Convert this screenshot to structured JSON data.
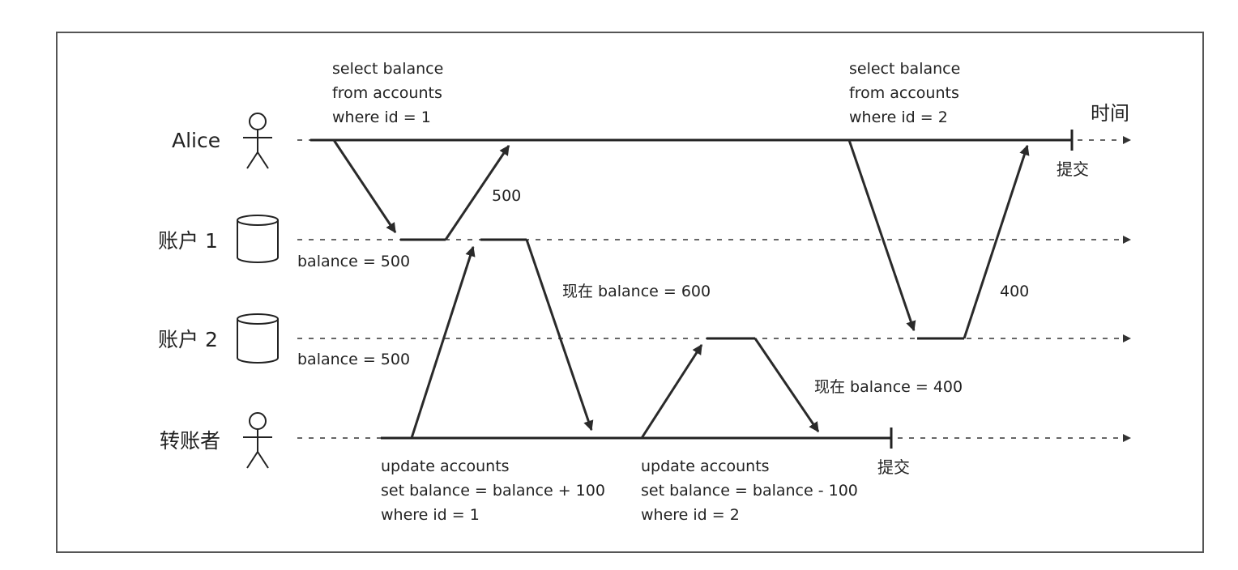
{
  "lanes": {
    "alice": {
      "label": "Alice"
    },
    "account1": {
      "label": "账户 1",
      "initial_value": "balance = 500"
    },
    "account2": {
      "label": "账户 2",
      "initial_value": "balance = 500"
    },
    "transferer": {
      "label": "转账者"
    }
  },
  "time_label": "时间",
  "commit_label": "提交",
  "queries": {
    "alice_query1": [
      "select balance",
      "from accounts",
      "where id = 1"
    ],
    "alice_query2": [
      "select balance",
      "from accounts",
      "where id = 2"
    ],
    "transfer_update1": [
      "update accounts",
      "set balance = balance + 100",
      "where id = 1"
    ],
    "transfer_update2": [
      "update accounts",
      "set balance = balance - 100",
      "where id = 2"
    ]
  },
  "responses": {
    "alice_read1": "500",
    "alice_read2": "400",
    "account1_after": "现在 balance = 600",
    "account2_after": "现在 balance = 400"
  },
  "icons": {
    "actor": "stick-figure-icon",
    "database": "database-cylinder-icon",
    "commit": "commit-tick-icon",
    "time_arrow": "arrowhead-icon"
  },
  "colors": {
    "line": "#222222",
    "frame": "#555555",
    "background": "#ffffff"
  }
}
